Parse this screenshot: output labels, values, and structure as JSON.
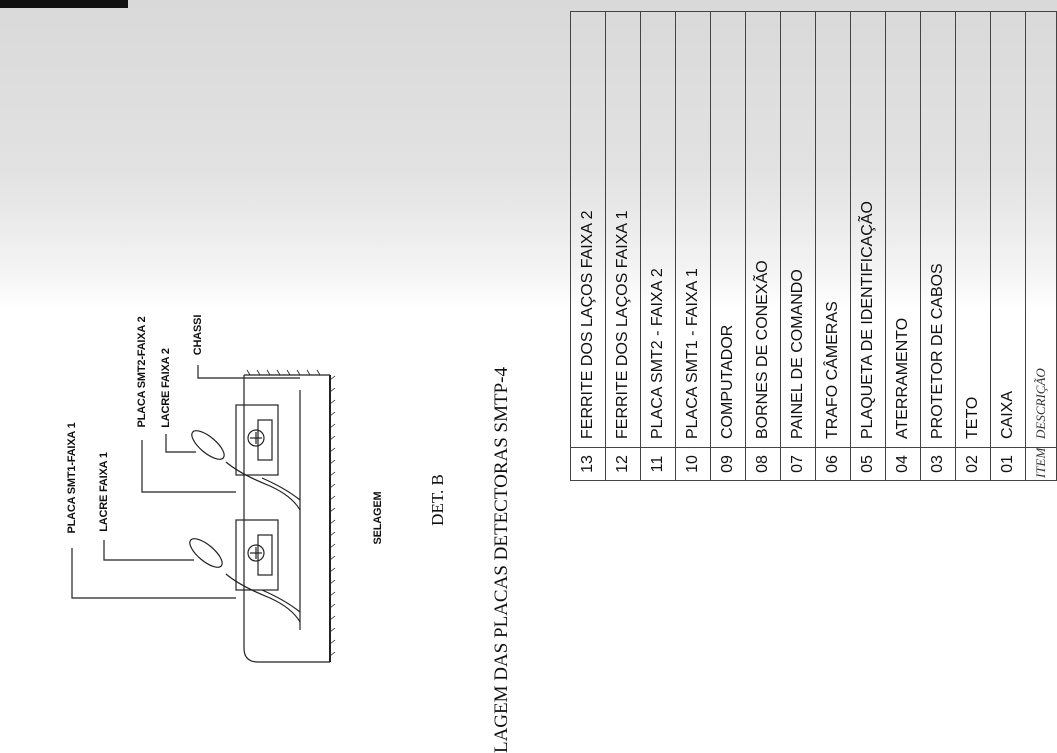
{
  "caption": {
    "title": "LAGEM DAS  PLACAS DETECTORAS SMTP-4",
    "detail": "DET. B"
  },
  "drawing": {
    "labels": {
      "placa1": "PLACA SMT1-FAIXA 1",
      "lacre1": "LACRE FAIXA 1",
      "placa2": "PLACA SMT2-FAIXA 2",
      "lacre2": "LACRE FAIXA 2",
      "chassi": "CHASSI",
      "selagem": "SELAGEM"
    }
  },
  "parts_table": {
    "header": {
      "item": "ITEM",
      "descricao": "DESCRIÇÃO"
    },
    "rows": [
      {
        "item": "13",
        "descricao": "FERRITE DOS LAÇOS FAIXA 2"
      },
      {
        "item": "12",
        "descricao": "FERRITE DOS LAÇOS FAIXA 1"
      },
      {
        "item": "11",
        "descricao": "PLACA SMT2 - FAIXA 2"
      },
      {
        "item": "10",
        "descricao": "PLACA SMT1 - FAIXA 1"
      },
      {
        "item": "09",
        "descricao": "COMPUTADOR"
      },
      {
        "item": "08",
        "descricao": "BORNES DE CONEXÃO"
      },
      {
        "item": "07",
        "descricao": "PAINEL DE COMANDO"
      },
      {
        "item": "06",
        "descricao": "TRAFO CÂMERAS"
      },
      {
        "item": "05",
        "descricao": "PLAQUETA DE IDENTIFICAÇÃO"
      },
      {
        "item": "04",
        "descricao": "ATERRAMENTO"
      },
      {
        "item": "03",
        "descricao": "PROTETOR DE CABOS"
      },
      {
        "item": "02",
        "descricao": "TETO"
      },
      {
        "item": "01",
        "descricao": "CAIXA"
      }
    ]
  }
}
